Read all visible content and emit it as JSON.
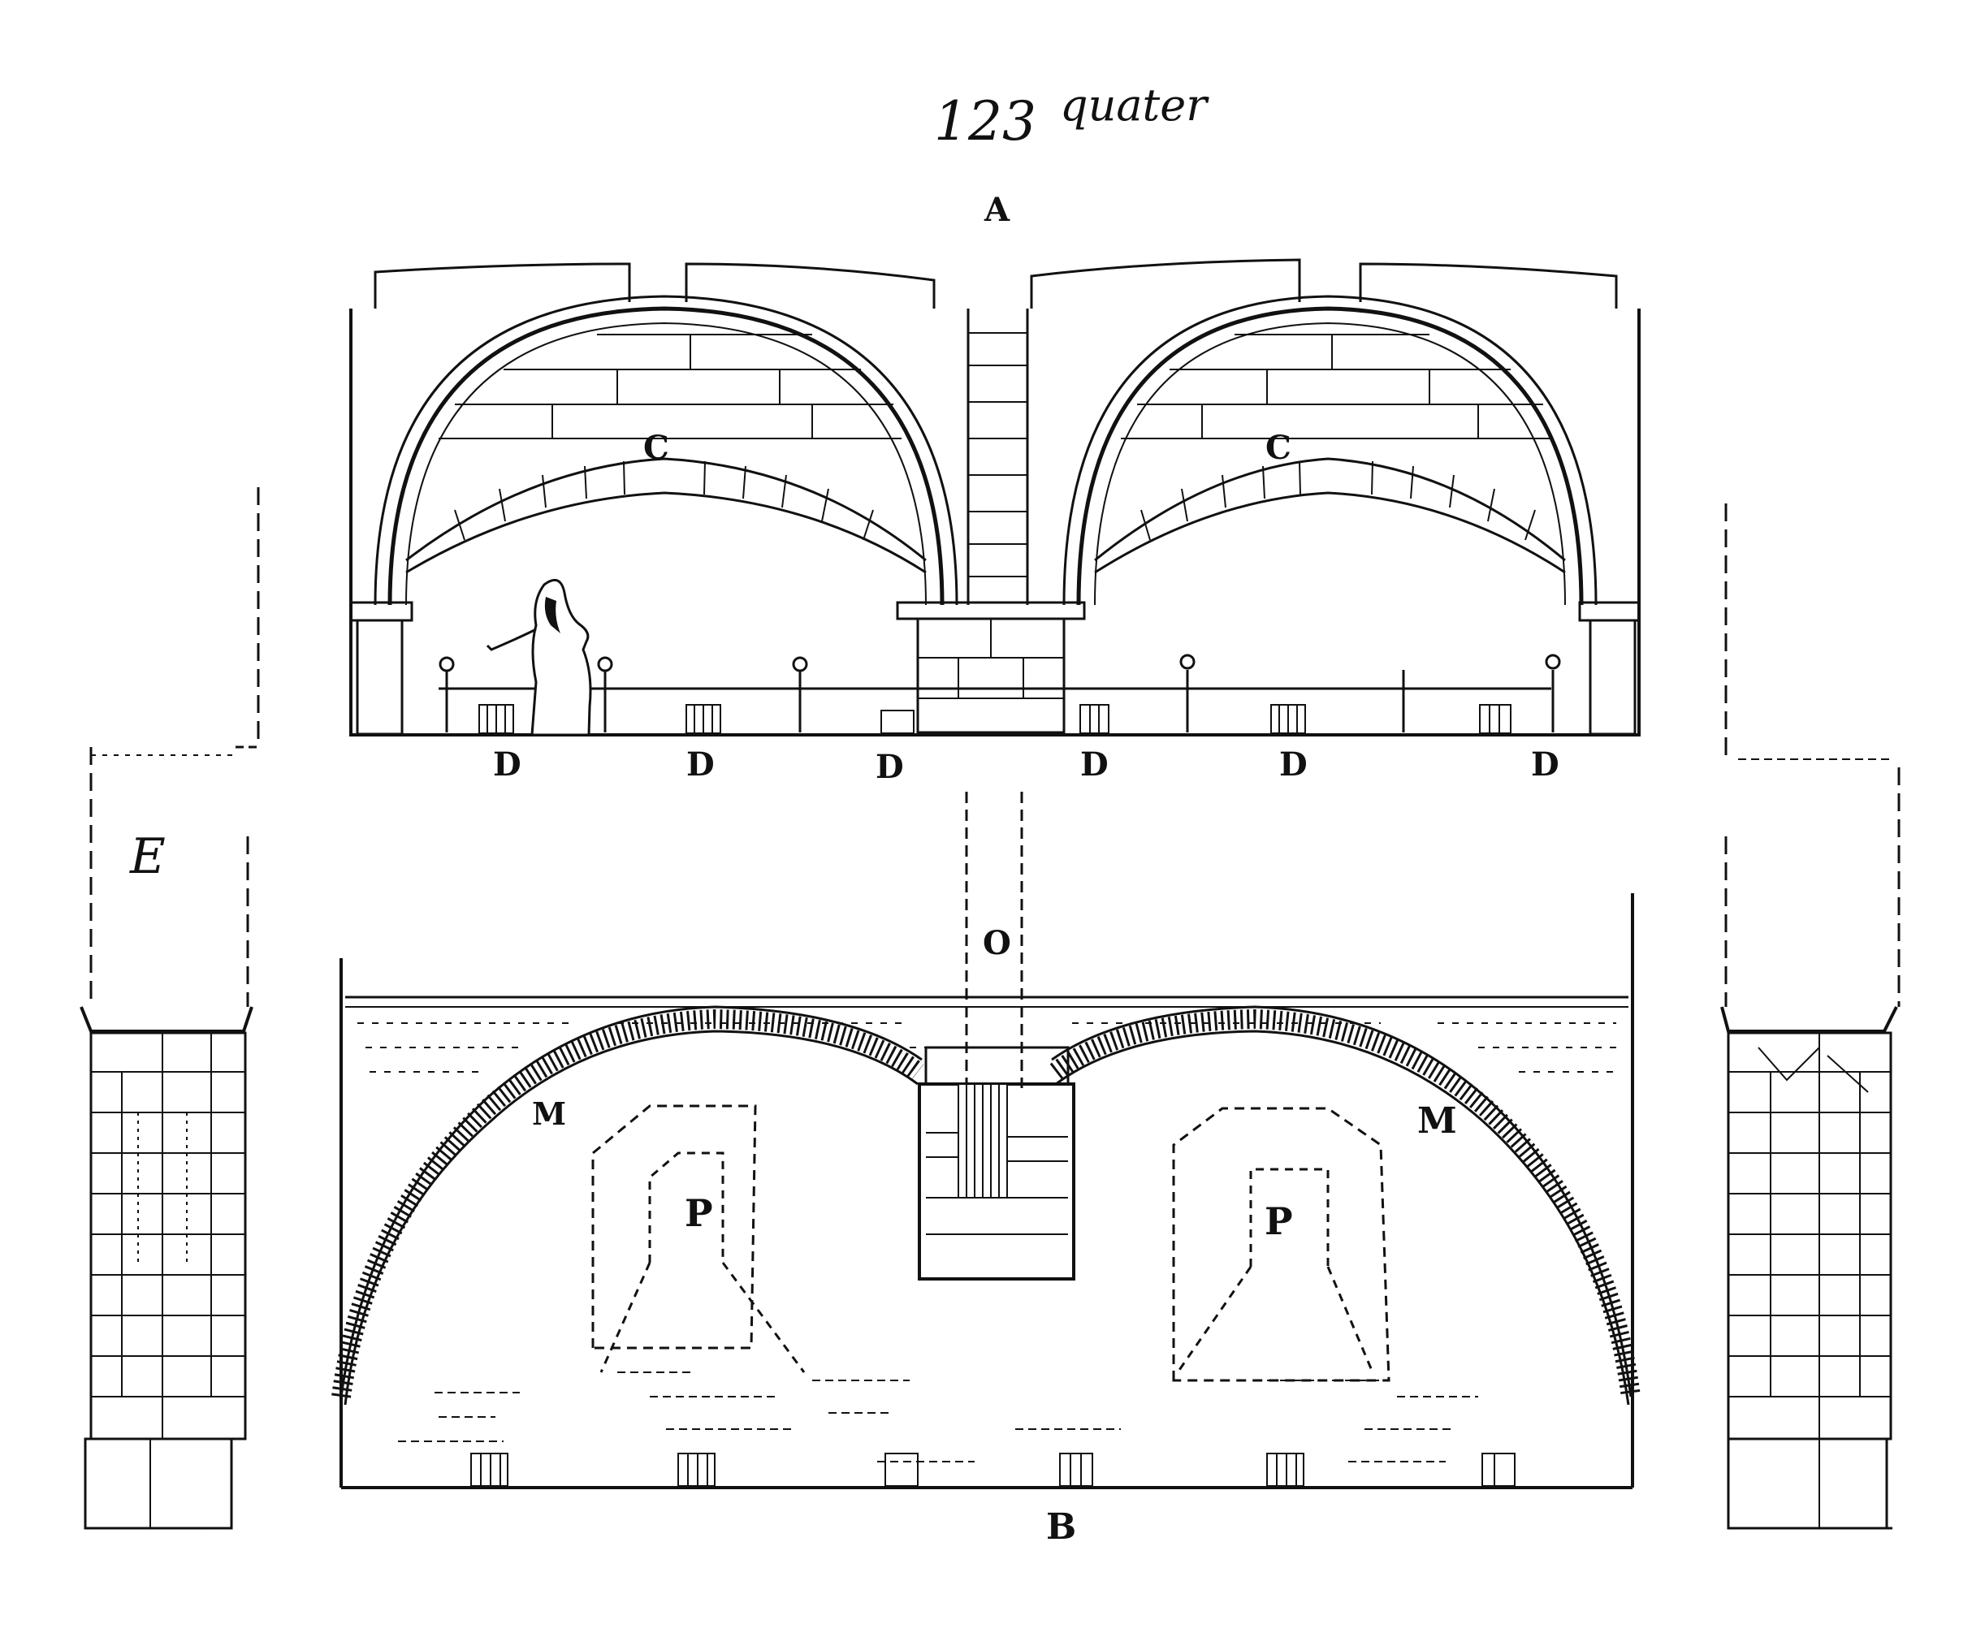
{
  "figure": {
    "number": "123",
    "suffix": "quater",
    "label_a": "A",
    "label_b": "B",
    "label_c": "C",
    "label_d": "D",
    "label_m": "M",
    "label_p": "P",
    "label_o": "O",
    "label_e": "E"
  },
  "colors": {
    "ink": "#111111",
    "paper": "#ffffff"
  }
}
